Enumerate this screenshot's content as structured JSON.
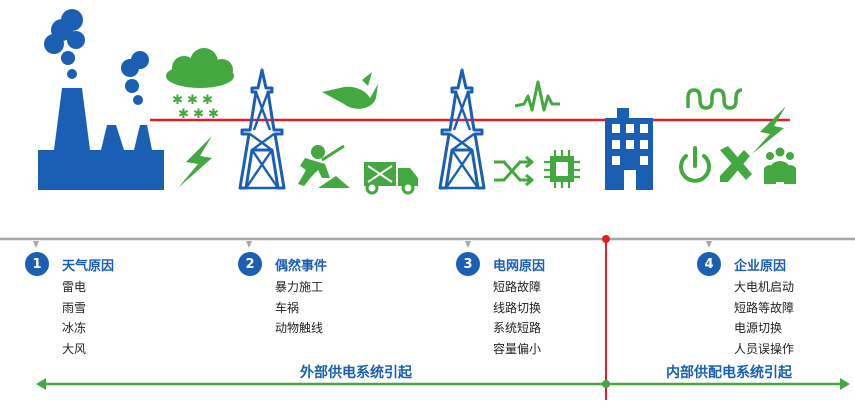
{
  "categories": [
    {
      "number": "1",
      "title": "天气原因",
      "items": [
        "雷电",
        "雨雪",
        "冰冻",
        "大风"
      ]
    },
    {
      "number": "2",
      "title": "偶然事件",
      "items": [
        "暴力施工",
        "车祸",
        "动物触线"
      ]
    },
    {
      "number": "3",
      "title": "电网原因",
      "items": [
        "短路故障",
        "线路切换",
        "系统短路",
        "容量偏小"
      ]
    },
    {
      "number": "4",
      "title": "企业原因",
      "items": [
        "大电机启动",
        "短路等故障",
        "电源切换",
        "人员误操作"
      ]
    }
  ],
  "ranges": {
    "external": "外部供电系统引起",
    "internal": "内部供配电系统引起"
  },
  "icons": [
    "power-plant-icon",
    "snow-cloud-icon",
    "lightning-icon",
    "transmission-tower-icon",
    "worker-digging-icon",
    "bird-icon",
    "truck-icon",
    "waveform-icon",
    "shuffle-icon",
    "chip-icon",
    "factory-building-icon",
    "sine-wave-icon",
    "power-button-icon",
    "tools-icon",
    "people-group-icon"
  ],
  "colors": {
    "blue": "#1a5fb4",
    "green": "#44a840",
    "red": "#e31e24",
    "gray": "#a8a8a8"
  }
}
